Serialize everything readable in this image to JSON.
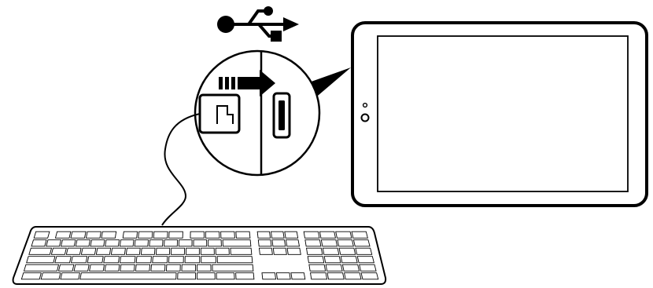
{
  "diagram": {
    "subject": "usb-keyboard-to-tablet-connection",
    "usb_symbol": "usb-icon",
    "insert_arrow": "insert-arrow-icon",
    "colors": {
      "line": "#000000",
      "background": "#ffffff",
      "keycap_fill": "#ffffff"
    },
    "keyboard": {
      "rows": [
        [
          1,
          0.4,
          1,
          1,
          1,
          1,
          0.4,
          1,
          1,
          1,
          1,
          0.4,
          1,
          1,
          1,
          1
        ],
        [
          1,
          1,
          1,
          1,
          1,
          1,
          1,
          1,
          1,
          1,
          1,
          1,
          1,
          2
        ],
        [
          1.5,
          1,
          1,
          1,
          1,
          1,
          1,
          1,
          1,
          1,
          1,
          1,
          1,
          1.5
        ],
        [
          1.75,
          1,
          1,
          1,
          1,
          1,
          1,
          1,
          1,
          1,
          1,
          2.25
        ],
        [
          2.25,
          1,
          1,
          1,
          1,
          1,
          1,
          1,
          1,
          1,
          1,
          2.75
        ],
        [
          1.25,
          1.25,
          1.25,
          6.25,
          1.25,
          1.25,
          1.25,
          1.25
        ]
      ]
    }
  }
}
